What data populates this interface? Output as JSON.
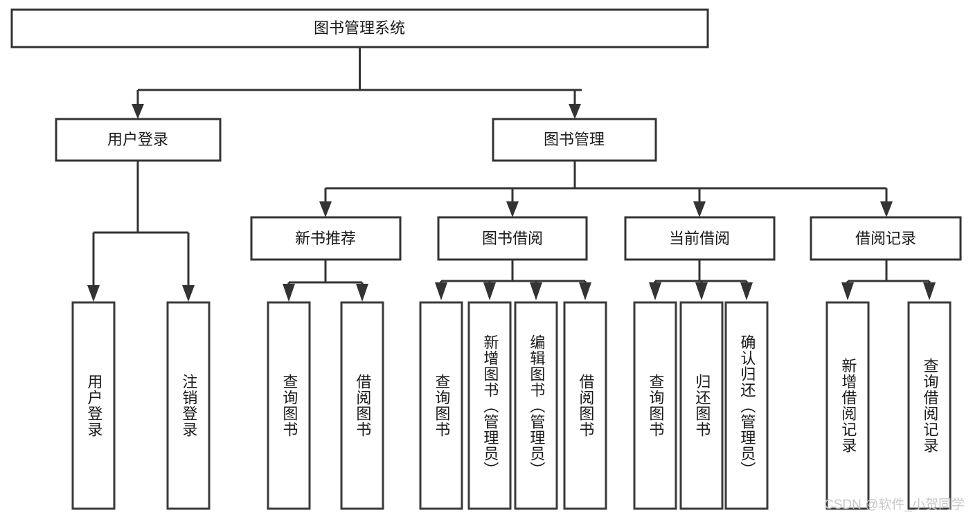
{
  "diagram": {
    "type": "tree-hierarchy-chart",
    "title": "图书管理系统",
    "root": {
      "id": "root",
      "label": "图书管理系统",
      "orientation": "horizontal"
    },
    "level2": [
      {
        "id": "user-login",
        "label": "用户登录",
        "orientation": "horizontal"
      },
      {
        "id": "book-management",
        "label": "图书管理",
        "orientation": "horizontal"
      }
    ],
    "level3": [
      {
        "id": "new-book-recommend",
        "label": "新书推荐",
        "orientation": "horizontal",
        "parent": "book-management"
      },
      {
        "id": "book-borrow",
        "label": "图书借阅",
        "orientation": "horizontal",
        "parent": "book-management"
      },
      {
        "id": "current-borrow",
        "label": "当前借阅",
        "orientation": "horizontal",
        "parent": "book-management"
      },
      {
        "id": "borrow-record",
        "label": "借阅记录",
        "orientation": "horizontal",
        "parent": "book-management"
      }
    ],
    "leaves": [
      {
        "id": "leaf-user-login",
        "label": "用户登录",
        "parent": "user-login",
        "orientation": "vertical"
      },
      {
        "id": "leaf-user-logout",
        "label": "注销登录",
        "parent": "user-login",
        "orientation": "vertical"
      },
      {
        "id": "leaf-query-book-1",
        "label": "查询图书",
        "parent": "new-book-recommend",
        "orientation": "vertical"
      },
      {
        "id": "leaf-borrow-book-1",
        "label": "借阅图书",
        "parent": "new-book-recommend",
        "orientation": "vertical"
      },
      {
        "id": "leaf-query-book-2",
        "label": "查询图书",
        "parent": "book-borrow",
        "orientation": "vertical"
      },
      {
        "id": "leaf-add-book",
        "label": "新增图书（管理员）",
        "parent": "book-borrow",
        "orientation": "vertical"
      },
      {
        "id": "leaf-edit-book",
        "label": "编辑图书（管理员）",
        "parent": "book-borrow",
        "orientation": "vertical"
      },
      {
        "id": "leaf-borrow-book-2",
        "label": "借阅图书",
        "parent": "book-borrow",
        "orientation": "vertical"
      },
      {
        "id": "leaf-query-book-3",
        "label": "查询图书",
        "parent": "current-borrow",
        "orientation": "vertical"
      },
      {
        "id": "leaf-return-book",
        "label": "归还图书",
        "parent": "current-borrow",
        "orientation": "vertical"
      },
      {
        "id": "leaf-confirm-return",
        "label": "确认归还（管理员）",
        "parent": "current-borrow",
        "orientation": "vertical"
      },
      {
        "id": "leaf-add-record",
        "label": "新增借阅记录",
        "parent": "borrow-record",
        "orientation": "vertical"
      },
      {
        "id": "leaf-query-record",
        "label": "查询借阅记录",
        "parent": "borrow-record",
        "orientation": "vertical"
      }
    ],
    "watermark": "CSDN @软件_小贺同学",
    "colors": {
      "box_stroke": "#333333",
      "box_fill": "#ffffff",
      "connector": "#333333",
      "text": "#1a1a1a",
      "watermark": "#c8c8c8",
      "background": "#ffffff"
    }
  }
}
